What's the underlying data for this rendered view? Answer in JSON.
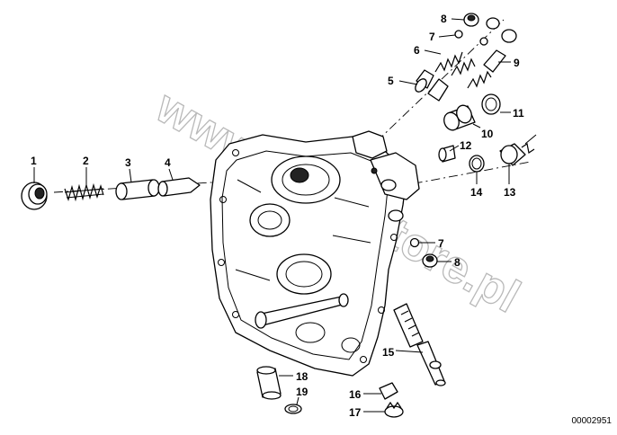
{
  "drawing": {
    "document_number": "00002951",
    "watermark": "www.BMWstore.pl"
  },
  "callouts": [
    {
      "id": "c1",
      "text": "1"
    },
    {
      "id": "c2",
      "text": "2"
    },
    {
      "id": "c3",
      "text": "3"
    },
    {
      "id": "c4",
      "text": "4"
    },
    {
      "id": "c5",
      "text": "5"
    },
    {
      "id": "c6",
      "text": "6"
    },
    {
      "id": "c7a",
      "text": "7"
    },
    {
      "id": "c8a",
      "text": "8"
    },
    {
      "id": "c9",
      "text": "9"
    },
    {
      "id": "c10",
      "text": "10"
    },
    {
      "id": "c11",
      "text": "11"
    },
    {
      "id": "c12",
      "text": "12"
    },
    {
      "id": "c13",
      "text": "13"
    },
    {
      "id": "c14",
      "text": "14"
    },
    {
      "id": "c7b",
      "text": "7"
    },
    {
      "id": "c8b",
      "text": "8"
    },
    {
      "id": "c15",
      "text": "15"
    },
    {
      "id": "c16",
      "text": "16"
    },
    {
      "id": "c17",
      "text": "17"
    },
    {
      "id": "c18",
      "text": "18"
    },
    {
      "id": "c19",
      "text": "19"
    }
  ]
}
